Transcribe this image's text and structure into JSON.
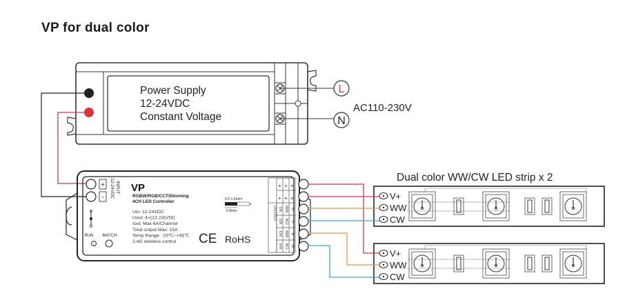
{
  "title": "VP for dual color",
  "colors": {
    "positive_wire": "#e0323c",
    "negative_wire": "#222222",
    "ww_wire": "#f0923a",
    "cw_wire": "#35a9dc",
    "line": "#333333"
  },
  "power_supply": {
    "line1": "Power Supply",
    "line2": "12-24VDC",
    "line3": "Constant Voltage",
    "ac_label": "AC110-230V",
    "terminal_L": "L",
    "terminal_N": "N"
  },
  "controller": {
    "model": "VP",
    "subtitle1": "RGBW/RGB/CCT/Dimming",
    "subtitle2": "4CH LED Controller",
    "specs": [
      "Uin: 12-24VDC",
      "Uout: 4×(12-24)VDC",
      "Iout: Max 6A/Channel",
      "Total output Max: 15A",
      "Temp Range: -20℃~+55℃",
      "2.4G wireless control"
    ],
    "input_label": "INPUT",
    "input_voltage": "12-24VDC",
    "input_plus": "+",
    "input_minus": "-",
    "run_label": "RUN",
    "match_label": "MATCH",
    "wire_gauge": "0.5-1.5mm²",
    "strip_length": "6-8mm",
    "ce": "CE",
    "rohs": "RoHS",
    "output_label": "OUTPUT",
    "output_rows": [
      [
        "+",
        "+",
        "+"
      ],
      [
        "+",
        "+",
        "+"
      ],
      [
        "W1",
        "WW",
        "R"
      ],
      [
        "W2",
        "CW",
        "G"
      ],
      [
        "W3",
        "WW",
        "B"
      ],
      [
        "W4",
        "CW",
        "W"
      ]
    ]
  },
  "led_strip": {
    "title": "Dual color WW/CW LED strip x 2",
    "pins": [
      "V+",
      "WW",
      "CW"
    ]
  }
}
